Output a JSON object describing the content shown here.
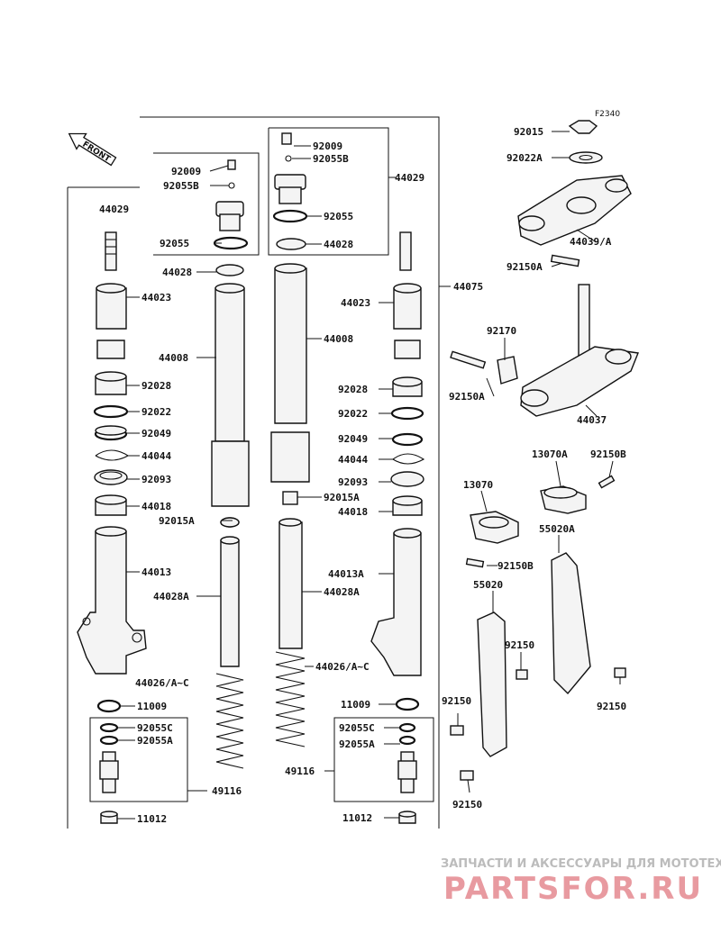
{
  "figure_code": "F2340",
  "front_label": "FRONT",
  "watermark": {
    "subtitle": "ЗАПЧАСТИ И АКСЕССУАРЫ ДЛЯ МОТОТЕХНИКИ",
    "brand": "PARTSFOR.RU"
  },
  "labels": [
    {
      "id": "l1",
      "text": "92009"
    },
    {
      "id": "l2",
      "text": "92055B"
    },
    {
      "id": "l3",
      "text": "44029"
    },
    {
      "id": "l4",
      "text": "92055"
    },
    {
      "id": "l5",
      "text": "44028"
    },
    {
      "id": "l6",
      "text": "44023"
    },
    {
      "id": "l7",
      "text": "44008"
    },
    {
      "id": "l8",
      "text": "92028"
    },
    {
      "id": "l9",
      "text": "92022"
    },
    {
      "id": "l10",
      "text": "92049"
    },
    {
      "id": "l11",
      "text": "44044"
    },
    {
      "id": "l12",
      "text": "92093"
    },
    {
      "id": "l13",
      "text": "44018"
    },
    {
      "id": "l14",
      "text": "92015A"
    },
    {
      "id": "l15",
      "text": "44013"
    },
    {
      "id": "l16",
      "text": "44028A"
    },
    {
      "id": "l17",
      "text": "44026/A~C"
    },
    {
      "id": "l18",
      "text": "11009"
    },
    {
      "id": "l19",
      "text": "92055C"
    },
    {
      "id": "l20",
      "text": "92055A"
    },
    {
      "id": "l21",
      "text": "49116"
    },
    {
      "id": "l22",
      "text": "11012"
    },
    {
      "id": "c1",
      "text": "92009"
    },
    {
      "id": "c2",
      "text": "92055B"
    },
    {
      "id": "c3",
      "text": "44029"
    },
    {
      "id": "c4",
      "text": "92055"
    },
    {
      "id": "c5",
      "text": "44028"
    },
    {
      "id": "c6",
      "text": "44008"
    },
    {
      "id": "c7",
      "text": "92015A"
    },
    {
      "id": "c8",
      "text": "44028A"
    },
    {
      "id": "c9",
      "text": "44026/A~C"
    },
    {
      "id": "r1",
      "text": "44075"
    },
    {
      "id": "r2",
      "text": "44023"
    },
    {
      "id": "r3",
      "text": "92028"
    },
    {
      "id": "r4",
      "text": "92022"
    },
    {
      "id": "r5",
      "text": "92049"
    },
    {
      "id": "r6",
      "text": "44044"
    },
    {
      "id": "r7",
      "text": "92093"
    },
    {
      "id": "r8",
      "text": "44018"
    },
    {
      "id": "r9",
      "text": "44013A"
    },
    {
      "id": "r10",
      "text": "11009"
    },
    {
      "id": "r11",
      "text": "92055C"
    },
    {
      "id": "r12",
      "text": "92055A"
    },
    {
      "id": "r13",
      "text": "49116"
    },
    {
      "id": "r14",
      "text": "11012"
    },
    {
      "id": "t1",
      "text": "92015"
    },
    {
      "id": "t2",
      "text": "92022A"
    },
    {
      "id": "t3",
      "text": "44039/A"
    },
    {
      "id": "t4",
      "text": "92150A"
    },
    {
      "id": "t5",
      "text": "92170"
    },
    {
      "id": "t6",
      "text": "92150A"
    },
    {
      "id": "t7",
      "text": "44037"
    },
    {
      "id": "g1",
      "text": "13070A"
    },
    {
      "id": "g2",
      "text": "92150B"
    },
    {
      "id": "g3",
      "text": "13070"
    },
    {
      "id": "g4",
      "text": "92150B"
    },
    {
      "id": "g5",
      "text": "55020A"
    },
    {
      "id": "g6",
      "text": "55020"
    },
    {
      "id": "g7",
      "text": "92150"
    },
    {
      "id": "g8",
      "text": "92150"
    },
    {
      "id": "g9",
      "text": "92150"
    },
    {
      "id": "g10",
      "text": "92150"
    }
  ]
}
